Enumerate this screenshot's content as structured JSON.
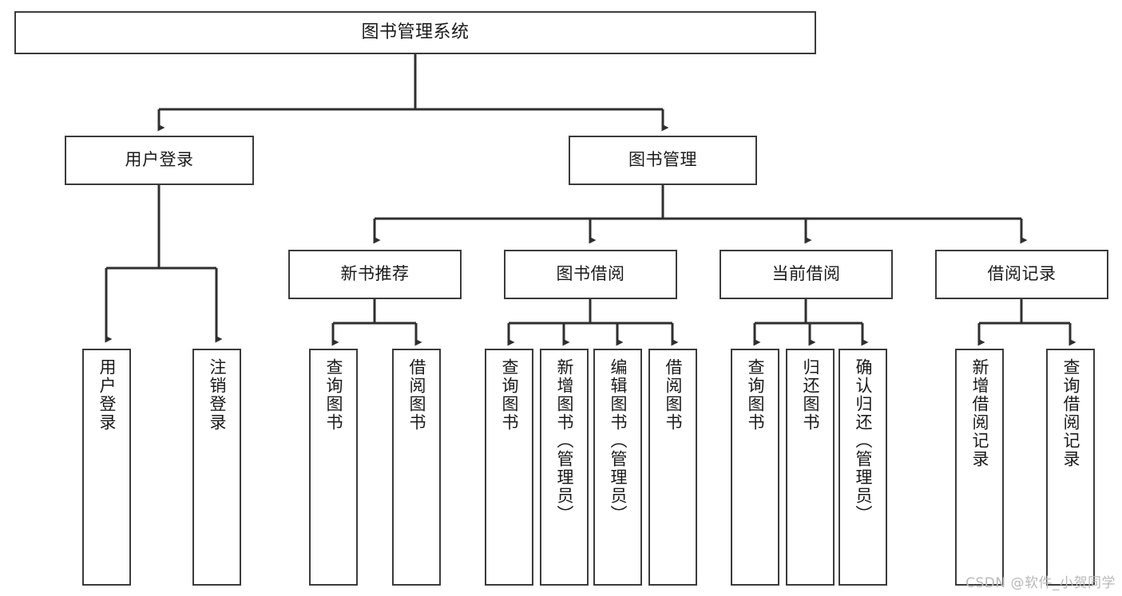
{
  "diagram": {
    "type": "tree",
    "title": "图书管理系统",
    "colors": {
      "box_border": "#3b3b3b",
      "box_fill": "#ffffff",
      "connector": "#2f2f2f",
      "background": "#ffffff",
      "watermark": "#b9b9b9"
    },
    "root": {
      "label": "图书管理系统"
    },
    "level2": [
      {
        "id": "user-login",
        "label": "用户登录"
      },
      {
        "id": "book-management",
        "label": "图书管理"
      }
    ],
    "level3": [
      {
        "id": "new-book-recommend",
        "label": "新书推荐"
      },
      {
        "id": "book-borrow",
        "label": "图书借阅"
      },
      {
        "id": "current-borrow",
        "label": "当前借阅"
      },
      {
        "id": "borrow-record",
        "label": "借阅记录"
      }
    ],
    "leaves": {
      "user_login": [
        {
          "id": "leaf-user-login",
          "label": "用户登录"
        },
        {
          "id": "leaf-logout-login",
          "label": "注销登录"
        }
      ],
      "new_book_recommend": [
        {
          "id": "leaf-query-book-1",
          "label": "查询图书"
        },
        {
          "id": "leaf-borrow-book-1",
          "label": "借阅图书"
        }
      ],
      "book_borrow": [
        {
          "id": "leaf-query-book-2",
          "label": "查询图书"
        },
        {
          "id": "leaf-add-book",
          "label": "新增图书（管理员）"
        },
        {
          "id": "leaf-edit-book",
          "label": "编辑图书（管理员）"
        },
        {
          "id": "leaf-borrow-book-2",
          "label": "借阅图书"
        }
      ],
      "current_borrow": [
        {
          "id": "leaf-query-book-3",
          "label": "查询图书"
        },
        {
          "id": "leaf-return-book",
          "label": "归还图书"
        },
        {
          "id": "leaf-confirm-return",
          "label": "确认归还（管理员）"
        }
      ],
      "borrow_record": [
        {
          "id": "leaf-add-record",
          "label": "新增借阅记录"
        },
        {
          "id": "leaf-query-record",
          "label": "查询借阅记录"
        }
      ]
    }
  },
  "watermark": {
    "text": "CSDN @软件_小贺同学"
  }
}
